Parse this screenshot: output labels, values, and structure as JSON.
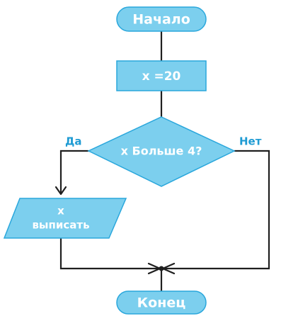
{
  "colors": {
    "shape_fill": "#7ccfee",
    "shape_stroke": "#2aa7dc",
    "line": "#1f1f1f",
    "label_text": "#1f9bd3",
    "node_text": "#ffffff"
  },
  "nodes": {
    "start": {
      "type": "terminal",
      "label": "Начало"
    },
    "assign": {
      "type": "process",
      "label": "x =20"
    },
    "decision": {
      "type": "decision",
      "label": "x Больше 4?"
    },
    "output": {
      "type": "io",
      "line1": "x",
      "line2": "выписать"
    },
    "end": {
      "type": "terminal",
      "label": "Конец"
    }
  },
  "branches": {
    "yes": "Да",
    "no": "Нет"
  }
}
